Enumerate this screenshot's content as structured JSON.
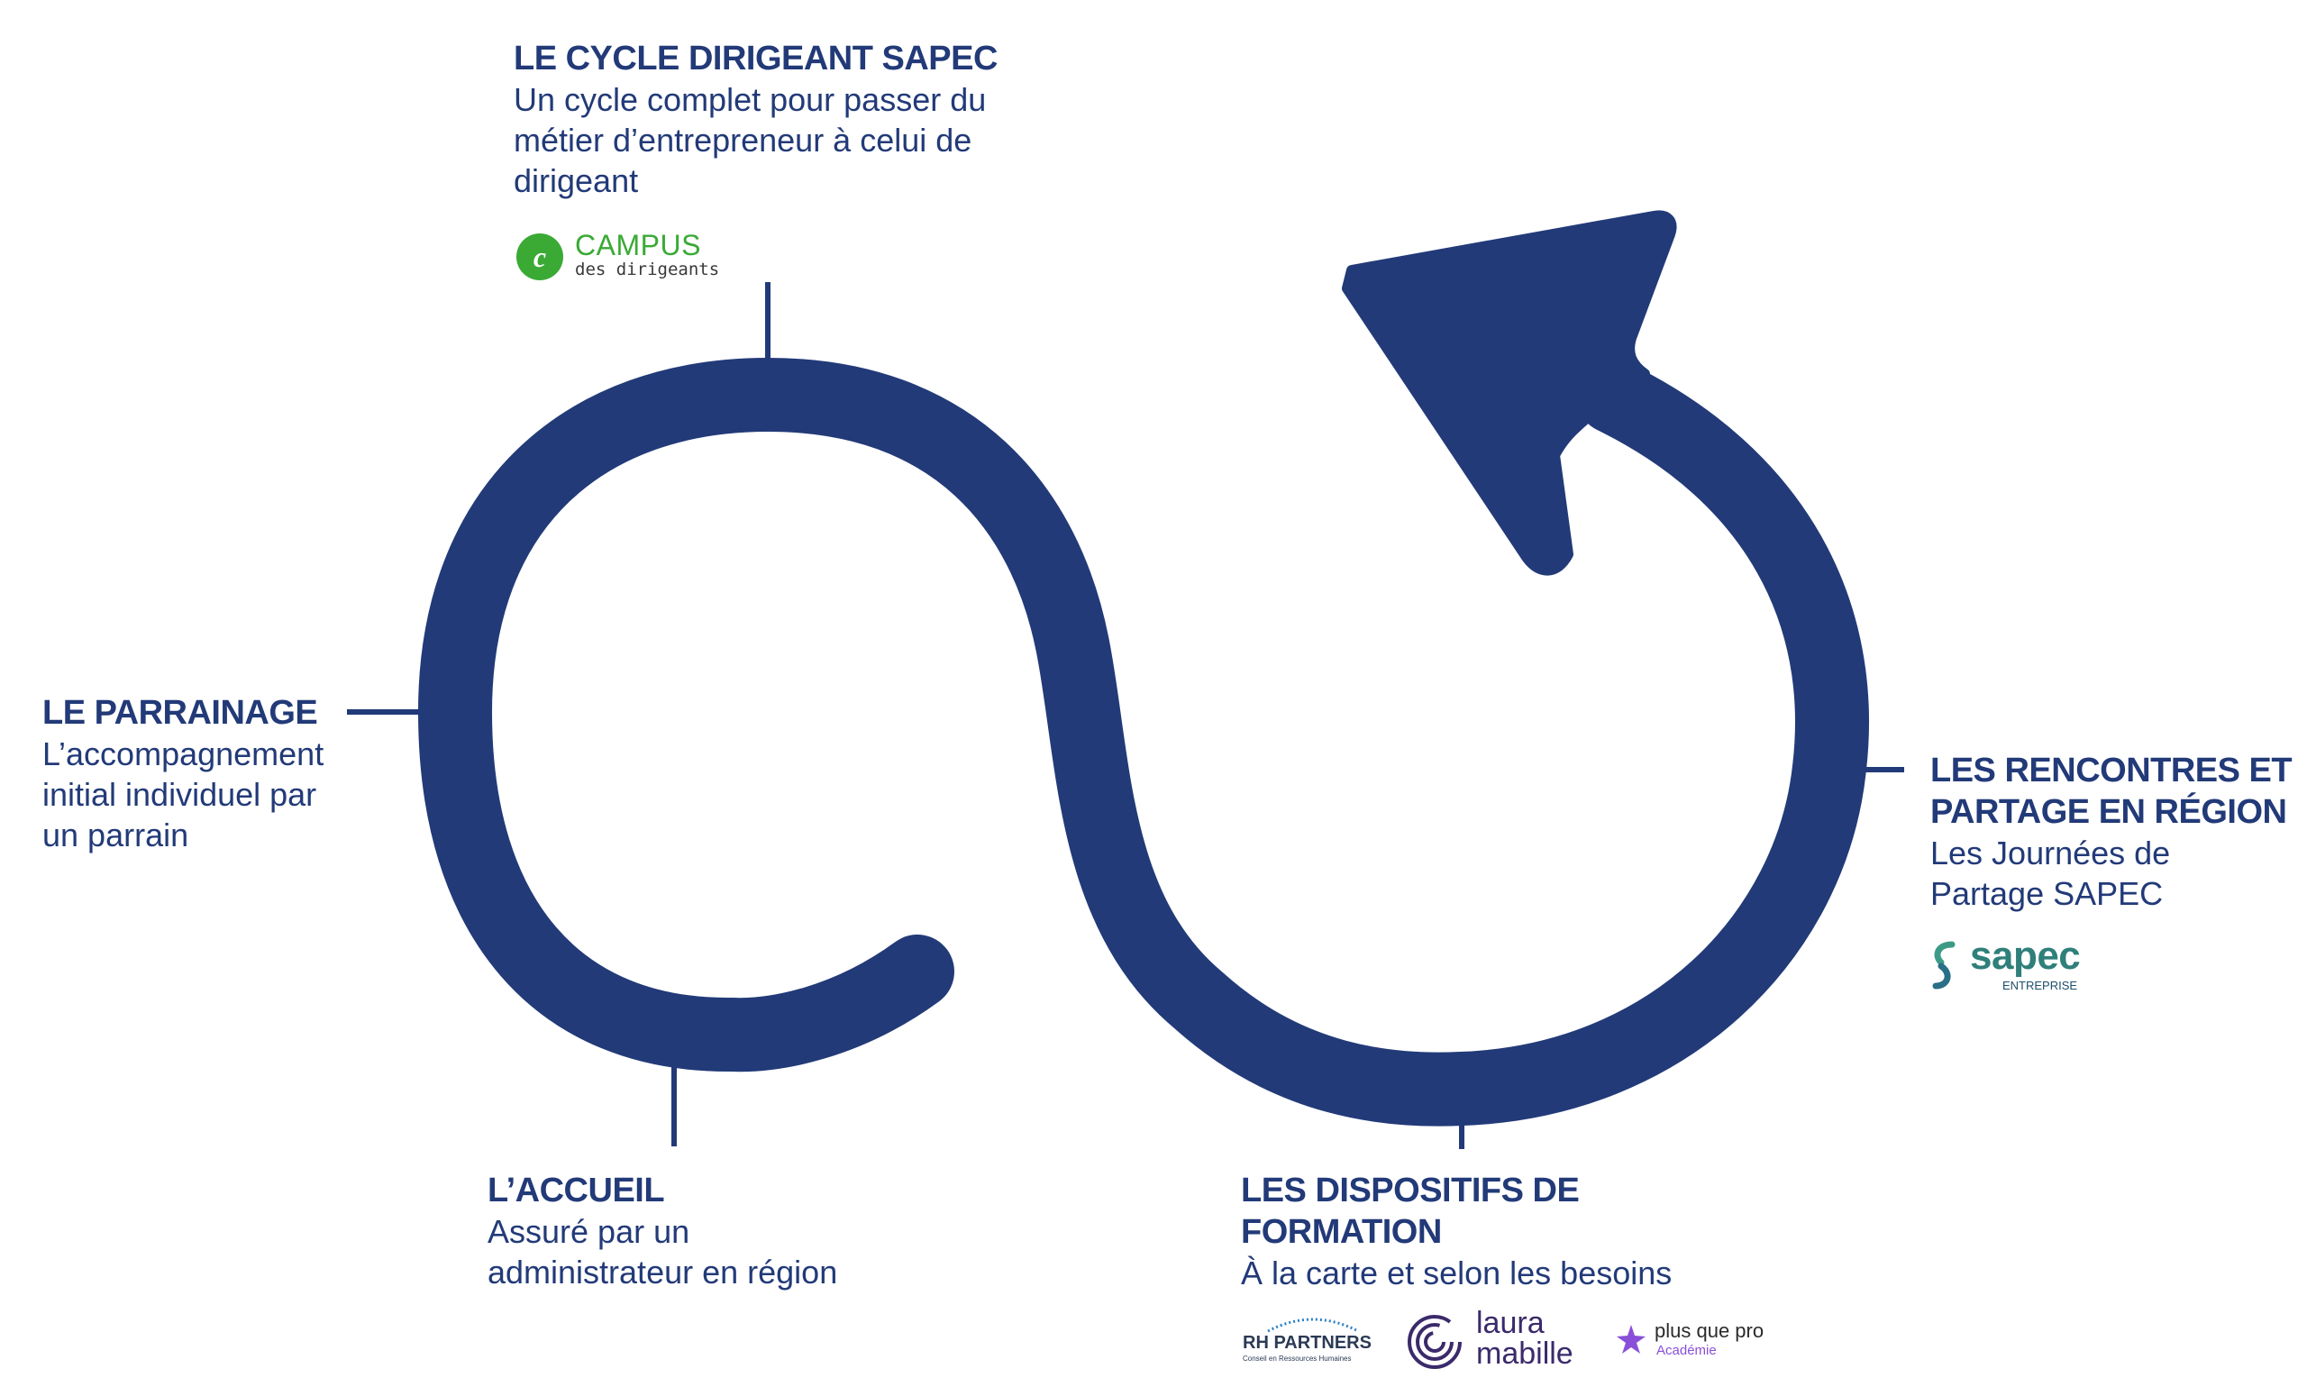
{
  "stages": {
    "cycle_dirigeant": {
      "title": "LE CYCLE DIRIGEANT SAPEC",
      "description": "Un cycle complet pour passer du\nmétier d’entrepreneur à celui de\ndirigeant"
    },
    "parrainage": {
      "title": "LE PARRAINAGE",
      "description": "L’accompagnement\ninitial individuel par\nun parrain"
    },
    "accueil": {
      "title": "L’ACCUEIL",
      "description": "Assuré par un\nadministrateur en région"
    },
    "dispositifs": {
      "title": "LES DISPOSITIFS DE\nFORMATION",
      "description": "À la carte et selon les besoins"
    },
    "rencontres": {
      "title": "LES RENCONTRES ET\nPARTAGE EN RÉGION",
      "description": "Les Journées de\nPartage SAPEC"
    }
  },
  "logos": {
    "campus": {
      "initial": "c",
      "name": "CAMPUS",
      "subtitle": "des dirigeants",
      "color": "#3aaa35"
    },
    "sapec": {
      "name": "sapec",
      "subtitle": "ENTREPRISE",
      "color": "#2f7f7a"
    },
    "rh_partners": {
      "name": "RH PARTNERS",
      "subtitle": "Conseil en Ressources Humaines"
    },
    "laura_mabille": {
      "line1": "laura",
      "line2": "mabille",
      "color": "#3b2a6b"
    },
    "plus_que_pro": {
      "name": "plus que pro",
      "subtitle": "Académie",
      "color": "#8a4fd8"
    }
  },
  "colors": {
    "primary": "#223a78"
  }
}
